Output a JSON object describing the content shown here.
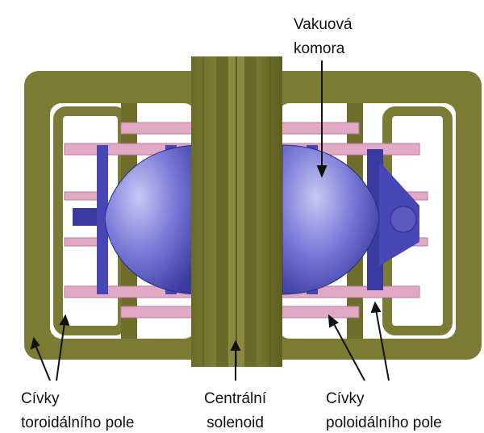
{
  "labels": {
    "vacuum_chamber": [
      "Vakuová",
      "komora"
    ],
    "toroidal_coils": [
      "Cívky",
      "toroidálního pole"
    ],
    "central_solenoid": [
      "Centrální",
      "solenoid"
    ],
    "poloidal_coils": [
      "Cívky",
      "poloidálního pole"
    ]
  },
  "colors": {
    "frame": "#7b7b33",
    "frame_dark": "#5a5a1e",
    "coil_pink": "#e2a9c6",
    "chamber_blue": "#4646b4",
    "chamber_light": "#9a9ae8"
  }
}
